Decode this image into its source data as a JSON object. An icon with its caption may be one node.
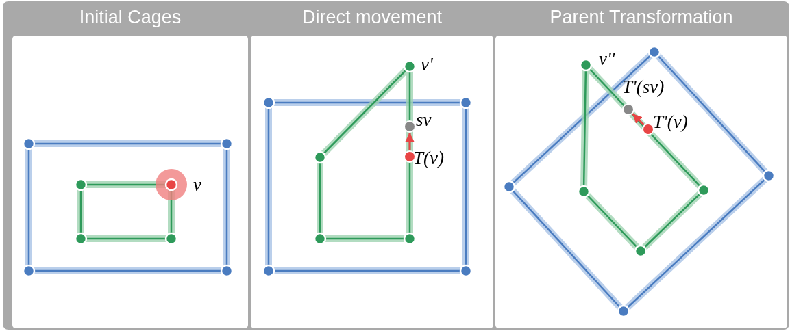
{
  "diagram": {
    "nodes": [
      {
        "text": [
          "Initial Cages"
        ]
      },
      {
        "text": [
          "Direct movement"
        ]
      },
      {
        "text": [
          "Parent Transformation"
        ]
      },
      {
        "text": [],
        "shape": "circle",
        "in": 1,
        "beside": [
          "sv"
        ]
      },
      {
        "text": [],
        "shape": "circle",
        "in": 1,
        "beside": [
          "T(v)"
        ]
      },
      {
        "text": [],
        "shape": "circle",
        "in": 2,
        "beside": [
          "T'(sv)"
        ]
      },
      {
        "text": [],
        "shape": "circle",
        "in": 2,
        "beside": [
          "T'(v)"
        ]
      }
    ],
    "edges": [
      {
        "from": 4,
        "to": 3,
        "arrow": "to",
        "color": "#e84545"
      },
      {
        "from": 6,
        "to": 5,
        "arrow": "to",
        "color": "#e84545"
      }
    ],
    "labels": [
      "v",
      "v'",
      "v''"
    ]
  }
}
